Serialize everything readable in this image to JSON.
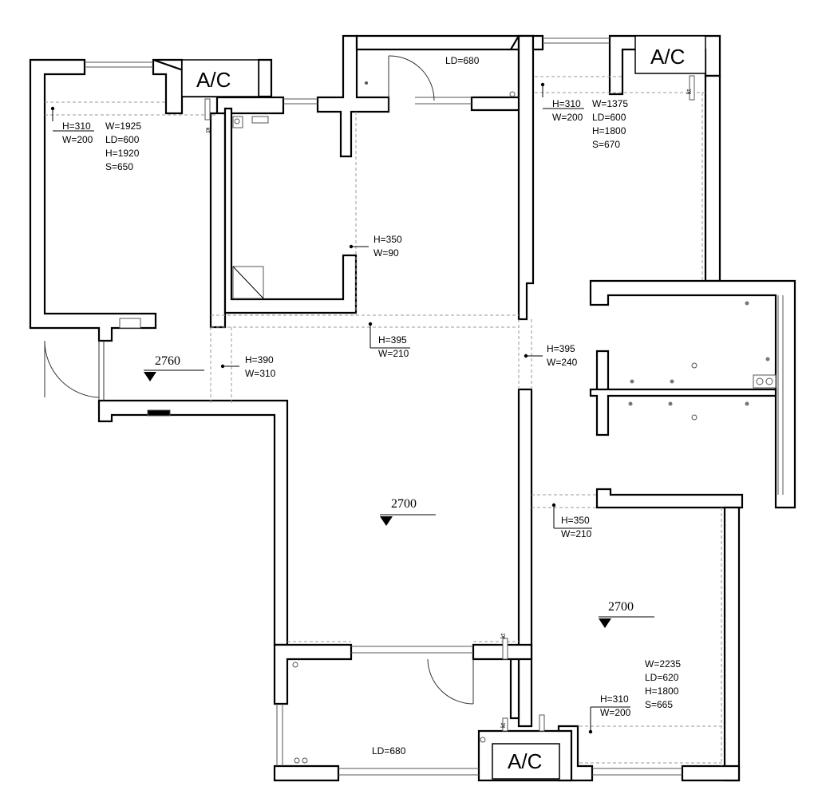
{
  "plan": {
    "ac_units": [
      {
        "label": "A/C"
      },
      {
        "label": "A/C"
      },
      {
        "label": "A/C"
      }
    ],
    "ceiling_levels": [
      {
        "value": "2760"
      },
      {
        "value": "2700"
      },
      {
        "value": "2700"
      }
    ],
    "annotations": [
      {
        "lines": [
          "H=310",
          "W=200"
        ]
      },
      {
        "lines": [
          "W=1925",
          "LD=600",
          "H=1920",
          "S=650"
        ]
      },
      {
        "lines": [
          "LD=680"
        ]
      },
      {
        "lines": [
          "H=310",
          "W=200"
        ]
      },
      {
        "lines": [
          "W=1375",
          "LD=600",
          "H=1800",
          "S=670"
        ]
      },
      {
        "lines": [
          "H=350",
          "W=90"
        ]
      },
      {
        "lines": [
          "H=395",
          "W=210"
        ]
      },
      {
        "lines": [
          "H=395",
          "W=240"
        ]
      },
      {
        "lines": [
          "H=390",
          "W=310"
        ]
      },
      {
        "lines": [
          "H=350",
          "W=210"
        ]
      },
      {
        "lines": [
          "W=2235",
          "LD=620",
          "H=1800",
          "S=665"
        ]
      },
      {
        "lines": [
          "H=310",
          "W=200"
        ]
      },
      {
        "lines": [
          "LD=680"
        ]
      }
    ],
    "kt_marks": [
      "kt",
      "kt",
      "kt",
      "kt"
    ]
  }
}
